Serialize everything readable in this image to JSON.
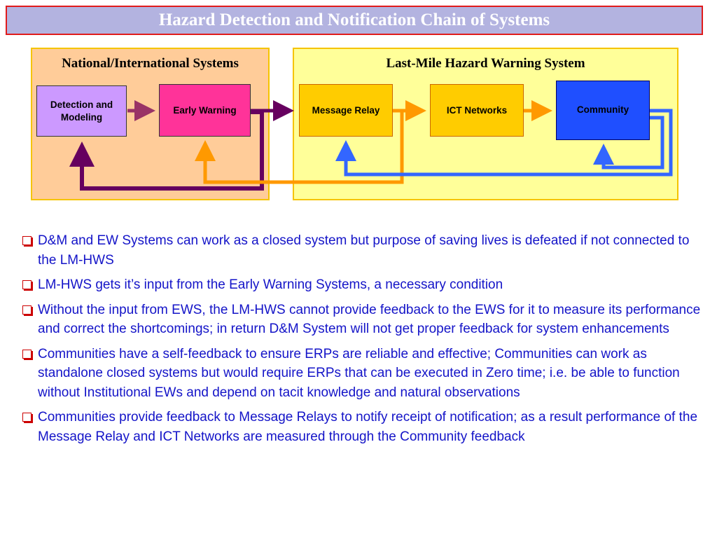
{
  "title": "Hazard Detection and Notification Chain of Systems",
  "panels": {
    "left_title": "National/International Systems",
    "right_title": "Last-Mile Hazard Warning System"
  },
  "boxes": {
    "detection": "Detection and Modeling",
    "early_warning": "Early Warning",
    "message_relay": "Message Relay",
    "ict_networks": "ICT Networks",
    "community": "Community"
  },
  "colors": {
    "title_bg": "#b3b3e0",
    "title_border": "#e01b1b",
    "panel_left_bg": "#ffcc99",
    "panel_right_bg": "#ffff99",
    "purple_arrow": "#66005f",
    "orange_arrow": "#ff9900",
    "blue_arrow": "#3366ff",
    "bullet_text": "#1414c8"
  },
  "bullets": [
    "D&M and EW Systems can work as a closed system but purpose of saving lives is defeated if not connected to the LM-HWS",
    "LM-HWS gets it’s input from the Early Warning Systems, a necessary condition",
    "Without the input from EWS, the LM-HWS cannot provide feedback to the EWS for it to measure its performance and correct the shortcomings; in return D&M System will not get proper feedback for system enhancements",
    "Communities have a self-feedback to ensure ERPs are reliable and effective; Communities can work as standalone closed systems but would require ERPs that can be executed in Zero time; i.e. be able to function without Institutional EWs and depend on tacit knowledge and natural observations",
    "Communities provide feedback to Message Relays to notify receipt of notification; as a result performance of the Message Relay and ICT Networks are measured through the Community feedback"
  ]
}
